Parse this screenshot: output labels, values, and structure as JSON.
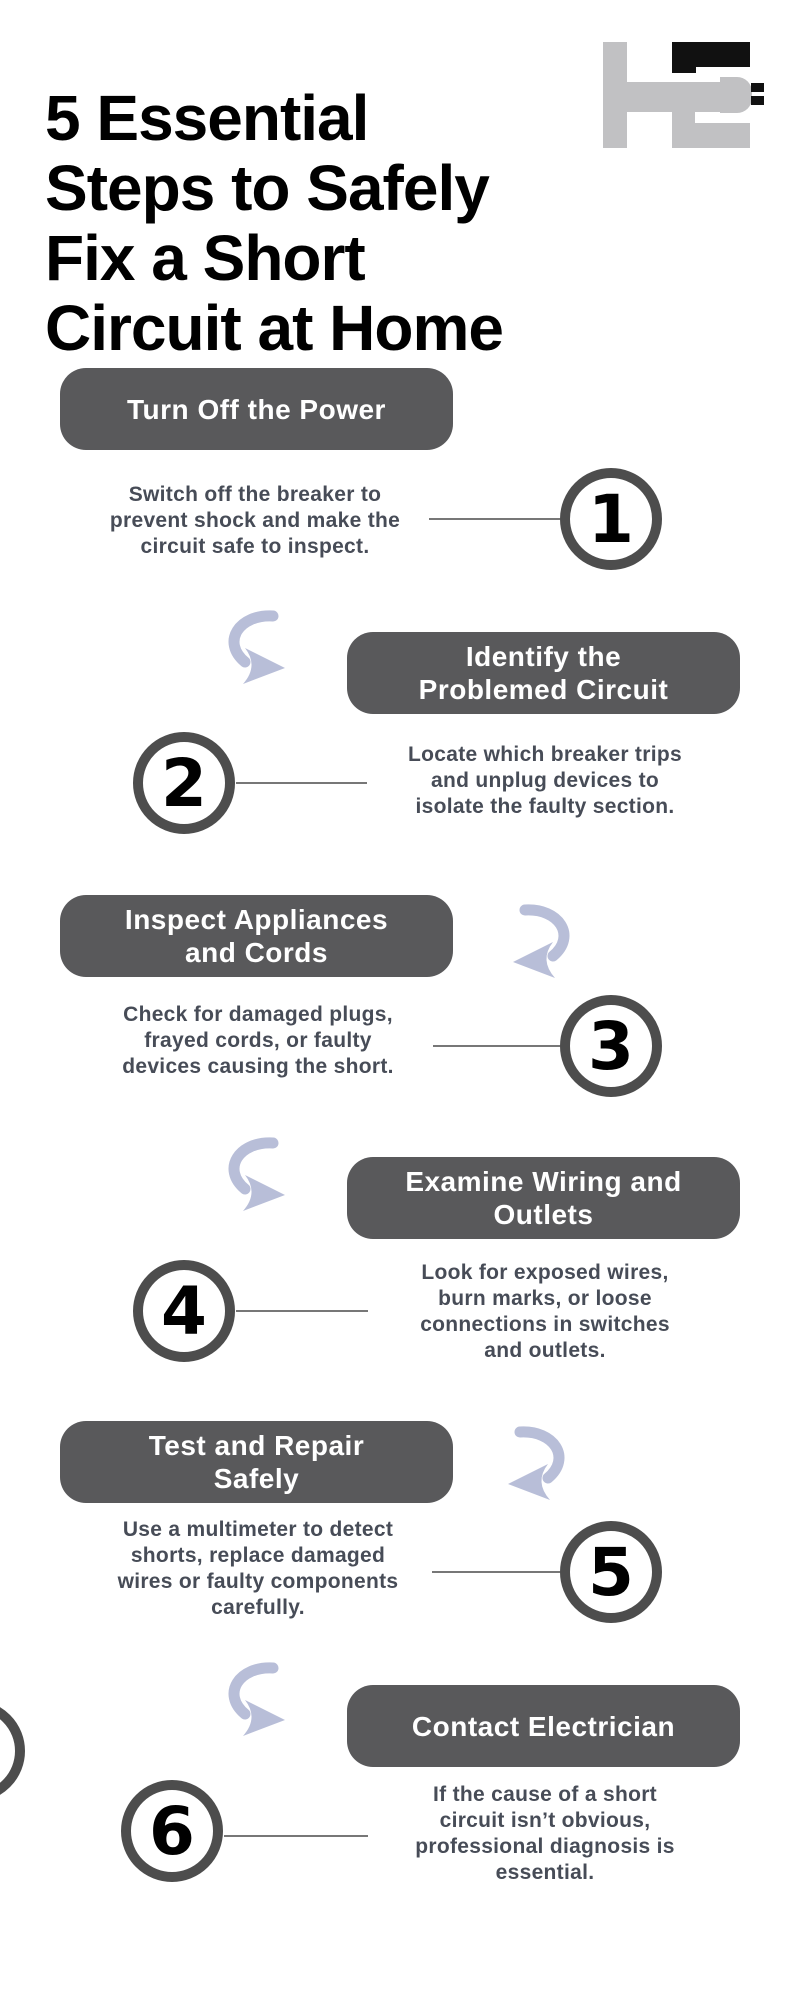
{
  "header": {
    "title_lines": [
      "5 Essential",
      "Steps to Safely",
      "Fix a Short",
      "Circuit at Home"
    ],
    "title": "5 Essential Steps to Safely Fix a Short Circuit at Home",
    "logo": "home-electrical-plug-logo"
  },
  "colors": {
    "background": "#ffffff",
    "pill_background": "#59595b",
    "pill_text": "#ffffff",
    "description_text": "#474c57",
    "number_ring": "#4d4d4d",
    "number_text": "#000000",
    "connector_line": "#777777",
    "arrow": "#b8bed8",
    "logo_gray": "#c1c1c3",
    "logo_black": "#111111",
    "title_text": "#000000"
  },
  "steps": [
    {
      "number": "1",
      "side": "left",
      "title": "Turn Off the Power",
      "title_lines": [
        "Turn Off the Power"
      ],
      "description": "Switch off the breaker to prevent shock and make the circuit safe to inspect.",
      "description_lines": [
        "Switch off the breaker to",
        "prevent shock and make the",
        "circuit safe to inspect."
      ]
    },
    {
      "number": "2",
      "side": "right",
      "title": "Identify the Problemed Circuit",
      "title_lines": [
        "Identify the",
        "Problemed Circuit"
      ],
      "description": "Locate which breaker trips and unplug devices to isolate the faulty section.",
      "description_lines": [
        "Locate which breaker trips",
        "and unplug devices to",
        "isolate the faulty section."
      ]
    },
    {
      "number": "3",
      "side": "left",
      "title": "Inspect Appliances and Cords",
      "title_lines": [
        "Inspect Appliances",
        "and Cords"
      ],
      "description": "Check for damaged plugs, frayed cords, or faulty devices causing the short.",
      "description_lines": [
        "Check for damaged plugs,",
        "frayed cords, or faulty",
        "devices causing the short."
      ]
    },
    {
      "number": "4",
      "side": "right",
      "title": "Examine Wiring and Outlets",
      "title_lines": [
        "Examine Wiring and",
        "Outlets"
      ],
      "description": "Look for exposed wires, burn marks, or loose connections in switches and outlets.",
      "description_lines": [
        "Look for exposed wires,",
        "burn marks, or loose",
        "connections in switches",
        "and outlets."
      ]
    },
    {
      "number": "5",
      "side": "left",
      "title": "Test and Repair Safely",
      "title_lines": [
        "Test and Repair",
        "Safely"
      ],
      "description": "Use a multimeter to detect shorts, replace damaged wires or faulty components carefully.",
      "description_lines": [
        "Use a multimeter to detect",
        "shorts, replace damaged",
        "wires or faulty components",
        "carefully."
      ]
    },
    {
      "number": "6",
      "side": "right",
      "title": "Contact Electrician",
      "title_lines": [
        "Contact Electrician"
      ],
      "description": "If the cause of a short circuit isn’t obvious, professional diagnosis is essential.",
      "description_lines": [
        "If the cause of a short",
        "circuit isn’t obvious,",
        "professional diagnosis is",
        "essential."
      ]
    }
  ]
}
